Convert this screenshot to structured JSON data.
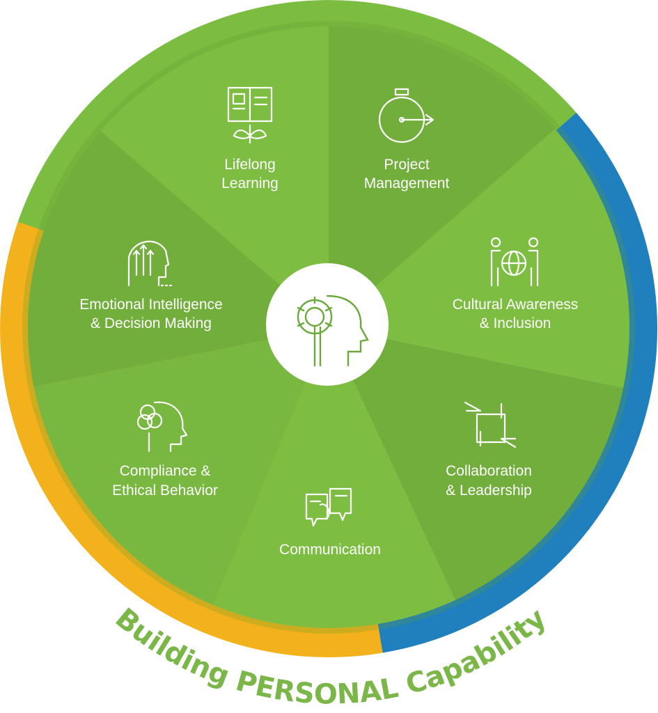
{
  "title": {
    "prefix": "Building ",
    "emphasis": "PERSONAL",
    "suffix": " Capability"
  },
  "segments": [
    {
      "lines": [
        "Lifelong",
        "Learning"
      ],
      "icon": "book-plant-icon"
    },
    {
      "lines": [
        "Project",
        "Management"
      ],
      "icon": "stopwatch-icon"
    },
    {
      "lines": [
        "Cultural Awareness",
        "& Inclusion"
      ],
      "icon": "globe-people-icon"
    },
    {
      "lines": [
        "Collaboration",
        "& Leadership"
      ],
      "icon": "linked-hands-icon"
    },
    {
      "lines": [
        "Communication"
      ],
      "icon": "speech-bubbles-icon"
    },
    {
      "lines": [
        "Compliance &",
        "Ethical Behavior"
      ],
      "icon": "head-venn-icon"
    },
    {
      "lines": [
        "Emotional Intelligence",
        "& Decision Making"
      ],
      "icon": "head-arrows-icon"
    }
  ],
  "center_icon": "head-gear-magnifier-icon",
  "colors": {
    "slice_light": "#7dbe42",
    "slice_dark": "#70ad3a",
    "ring_green": "#7bbd41",
    "ring_blue": "#1f80bd",
    "ring_yellow": "#f3b21b",
    "title": "#7ab648"
  }
}
